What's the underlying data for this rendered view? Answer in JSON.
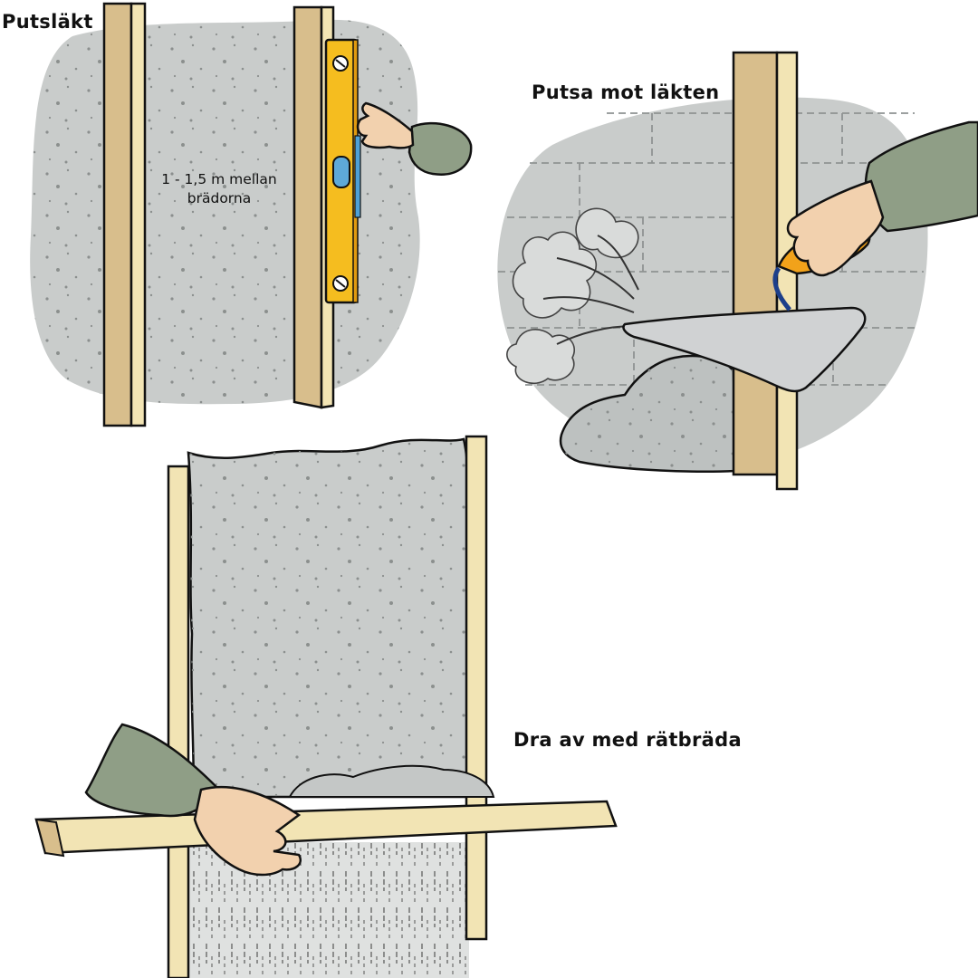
{
  "steps": [
    {
      "title": "Putsläkt",
      "annotation": [
        "1 - 1,5 m mellan",
        "brädorna"
      ]
    },
    {
      "title": "Putsa mot läkten"
    },
    {
      "title": "Dra av med rätbräda"
    }
  ],
  "colors": {
    "wall": "#c9cccb",
    "wood": "#d8be8c",
    "wood_light": "#f2e4b4",
    "level": "#f5bd1f",
    "sleeve": "#8f9e86",
    "skin": "#f2d1ae",
    "outline": "#111111"
  },
  "icons": [
    "spirit-level-icon",
    "trowel-icon",
    "hand-icon",
    "straightedge-board-icon"
  ]
}
